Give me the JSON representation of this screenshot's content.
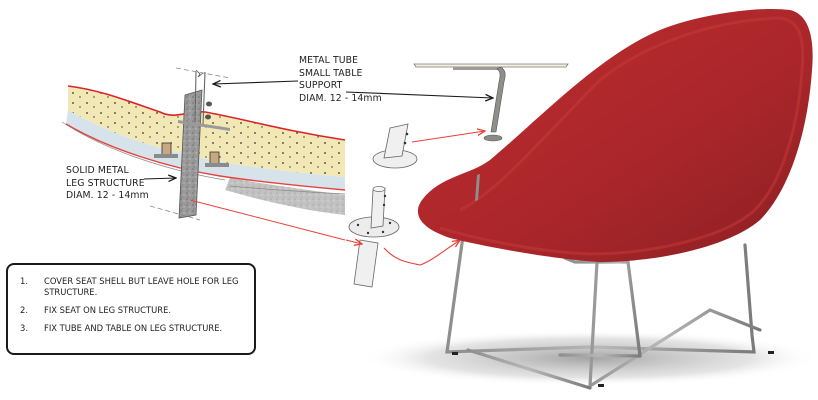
{
  "diagram": {
    "type": "product-assembly-illustration",
    "subject": "red shell lounge chair with attachable small table",
    "colors": {
      "upholstery_red": "#b3282b",
      "upholstery_dark": "#8e1f22",
      "foam_yellow": "#f2e8b6",
      "shell_blue": "#d6e3ea",
      "metal_grey": "#8a8a86",
      "arrow_red": "#e8413a",
      "arrow_black": "#1a1a1a",
      "table_top": "#f3f1e2"
    }
  },
  "callouts": {
    "table_tube": {
      "lines": [
        "METAL TUBE",
        "SMALL TABLE",
        "SUPPORT",
        "DIAM. 12 - 14mm"
      ]
    },
    "leg_structure": {
      "lines": [
        "SOLID METAL",
        "LEG STRUCTURE",
        "DIAM. 12 - 14mm"
      ]
    }
  },
  "instructions": {
    "steps": [
      {
        "num": "1.",
        "text": "COVER SEAT SHELL BUT LEAVE HOLE FOR LEG STRUCTURE."
      },
      {
        "num": "2.",
        "text": "FIX SEAT ON LEG STRUCTURE."
      },
      {
        "num": "3.",
        "text": "FIX TUBE AND TABLE ON LEG STRUCTURE."
      }
    ]
  }
}
